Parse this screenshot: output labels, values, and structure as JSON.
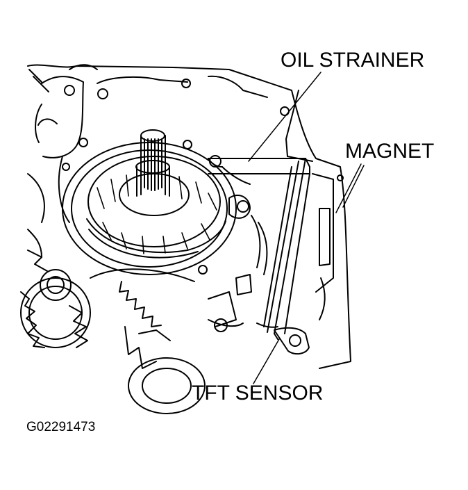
{
  "figure": {
    "labels": {
      "oil_strainer": "OIL STRAINER",
      "magnet": "MAGNET",
      "tft_sensor": "TFT SENSOR"
    },
    "figure_id": "G02291473"
  },
  "colors": {
    "ink": "#000000",
    "paper": "#ffffff"
  }
}
